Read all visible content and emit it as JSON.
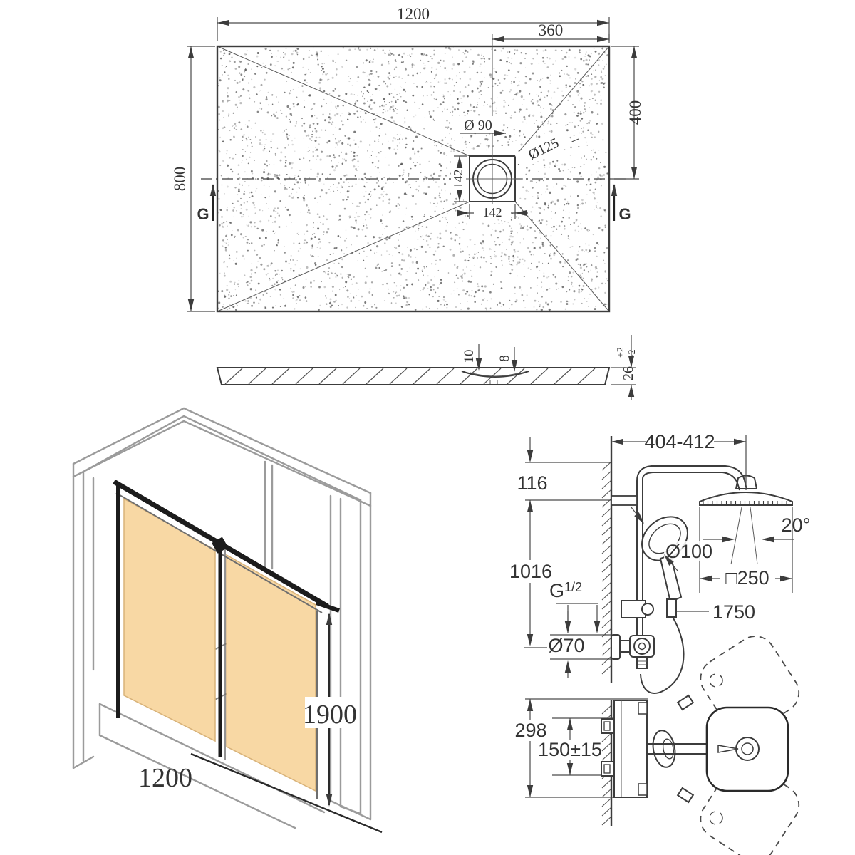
{
  "drawing": {
    "plan": {
      "dim_width": "1200",
      "dim_offset_right": "360",
      "dim_right": "400",
      "dim_left": "800",
      "drain_inner": "Ø 90",
      "drain_flange": "Ø125",
      "drain_box_v": "142",
      "drain_box_h": "142",
      "marker_left": "G",
      "marker_right": "G"
    },
    "section": {
      "dim_recess_outer": "10",
      "dim_recess_inner": "8",
      "thickness": "26",
      "tol_up": "+2",
      "tol_dn": "-2"
    },
    "enclosure": {
      "dim_width": "1200",
      "dim_height": "1900"
    },
    "shower": {
      "dim_arm": "404-412",
      "dim_top": "116",
      "dim_rail": "1016",
      "thread": "G",
      "thread_frac": "1/2",
      "dim_supply": "Ø70",
      "dim_hand": "Ø100",
      "dim_angle": "20°",
      "dim_head": "□250",
      "dim_hose": "1750",
      "dim_valve": "298",
      "dim_centers": "150±15"
    },
    "colors": {
      "glass": "#f8d8a4",
      "glass_edge": "#d8b278",
      "frame_gray": "#9b9b9b",
      "line_dark": "#3c3c3c"
    }
  }
}
